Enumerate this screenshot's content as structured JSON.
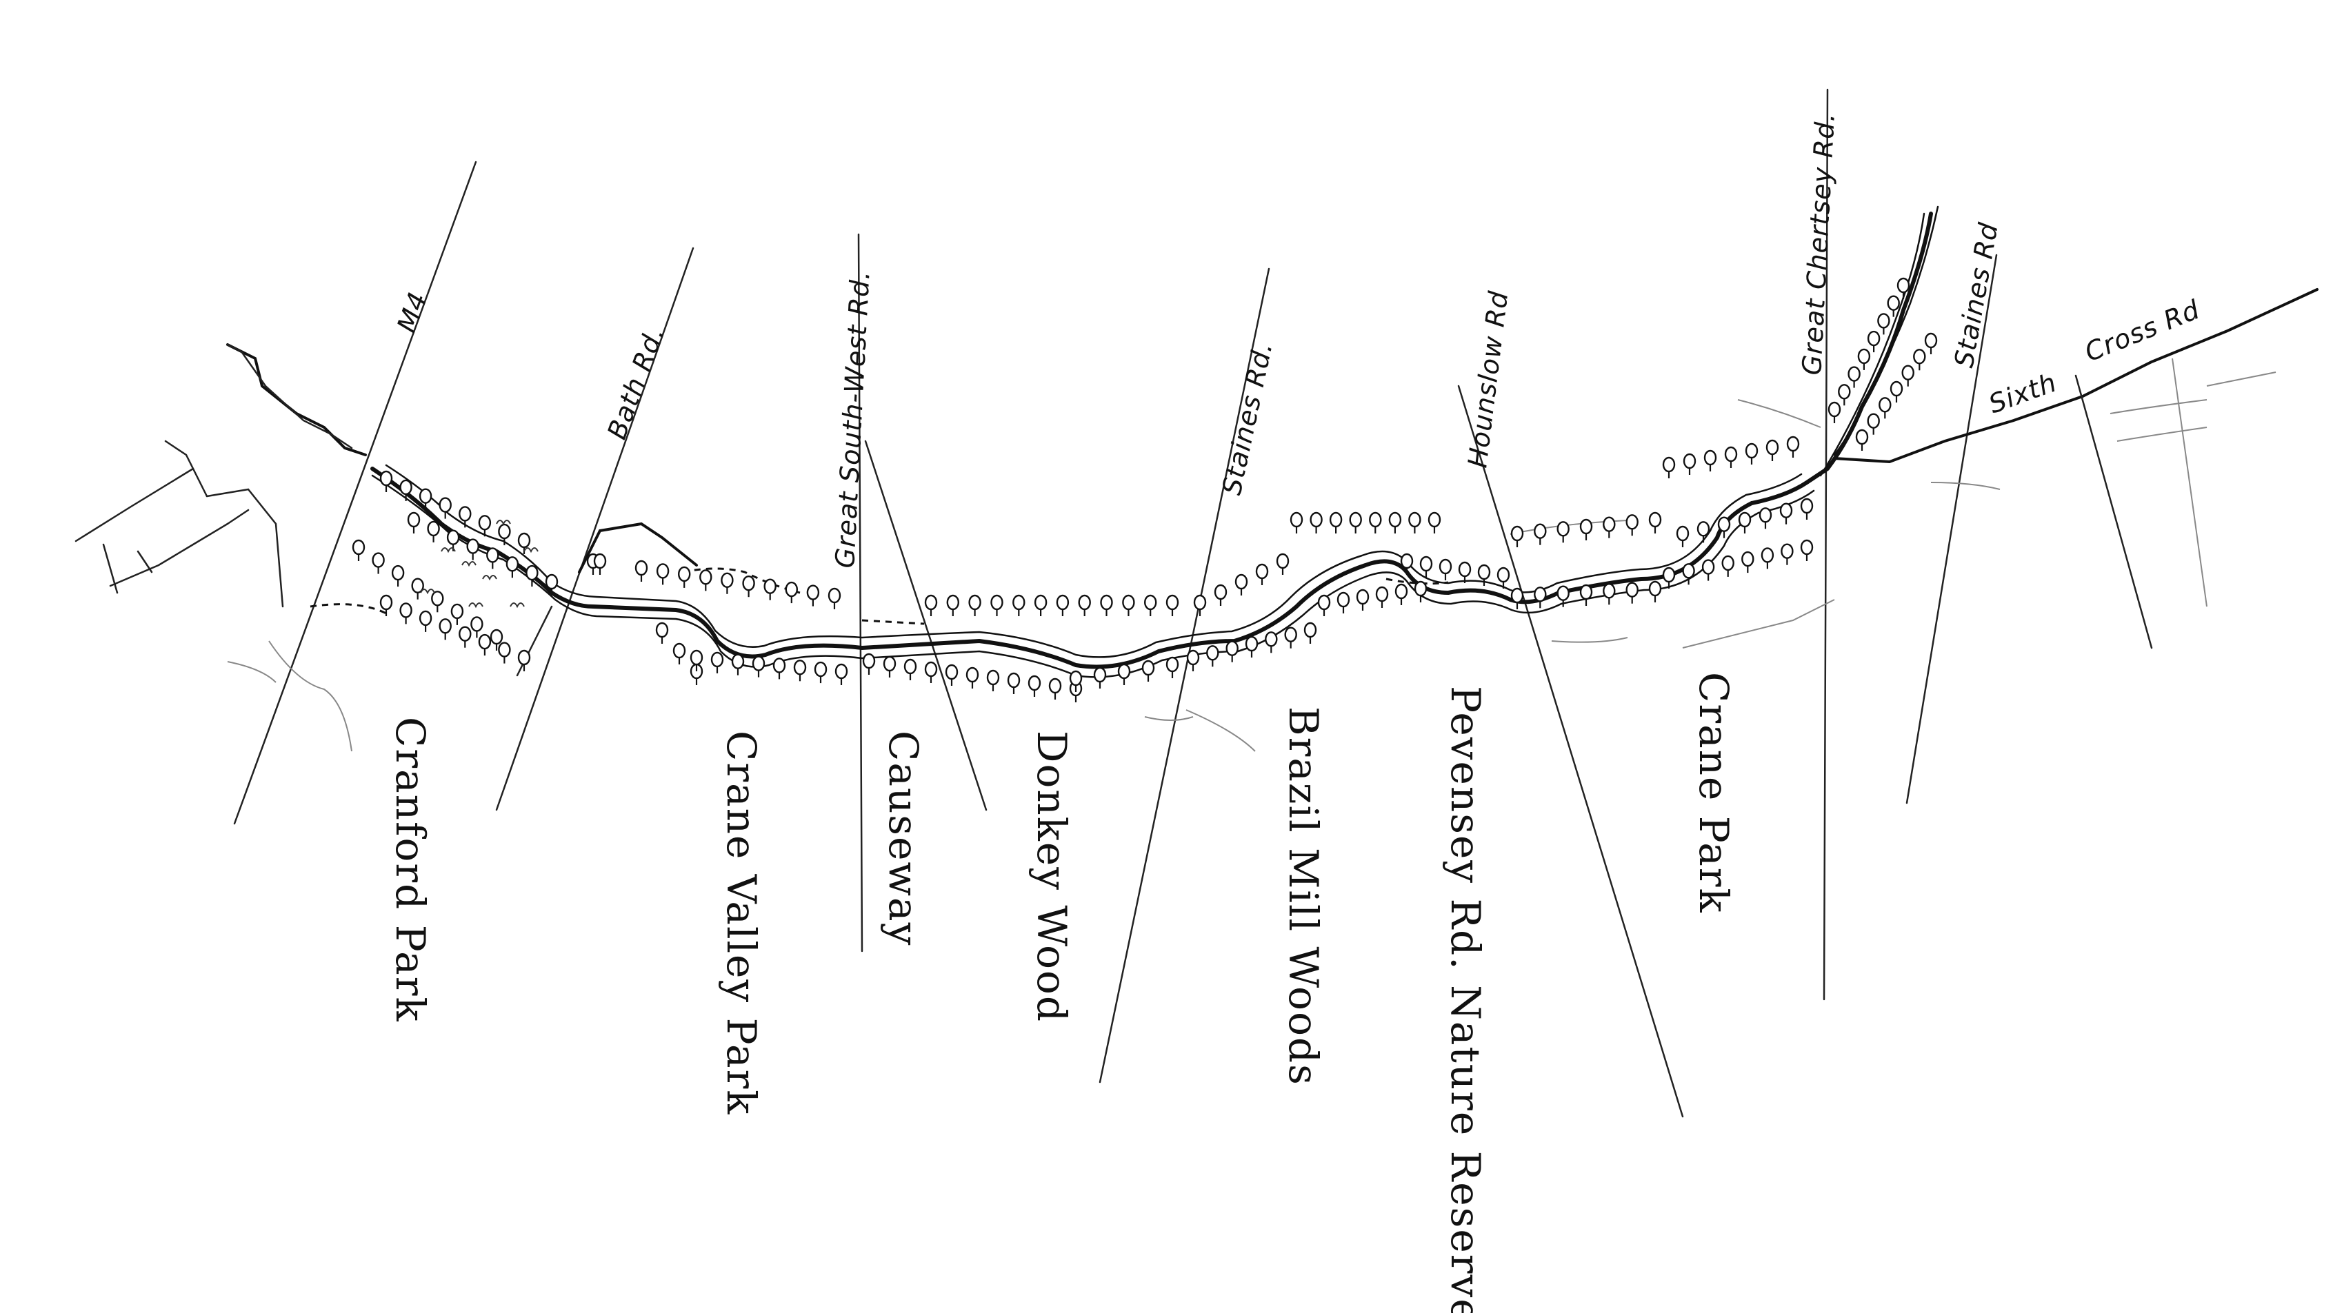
{
  "road_labels": {
    "m4": "M4",
    "bath_rd": "Bath Rd.",
    "great_south_west_rd": "Great South-West Rd.",
    "staines_rd_west": "Staines Rd.",
    "hounslow_rd": "Hounslow Rd",
    "great_chertsey_rd": "Great Chertsey Rd.",
    "staines_rd_east": "Staines Rd",
    "sixth_cross_rd_part1": "Sixth",
    "sixth_cross_rd_part2": "Cross Rd"
  },
  "area_labels": {
    "cranford_park": "Cranford Park",
    "crane_valley_park": "Crane Valley Park",
    "causeway": "Causeway",
    "donkey_wood": "Donkey Wood",
    "brazil_mill_woods": "Brazil Mill Woods",
    "pevensey_rd_nature_reserve": "Pevensey Rd. Nature Reserve",
    "crane_park": "Crane Park"
  },
  "icons": {
    "tree": "tree-icon",
    "scrub": "scrub-icon"
  }
}
